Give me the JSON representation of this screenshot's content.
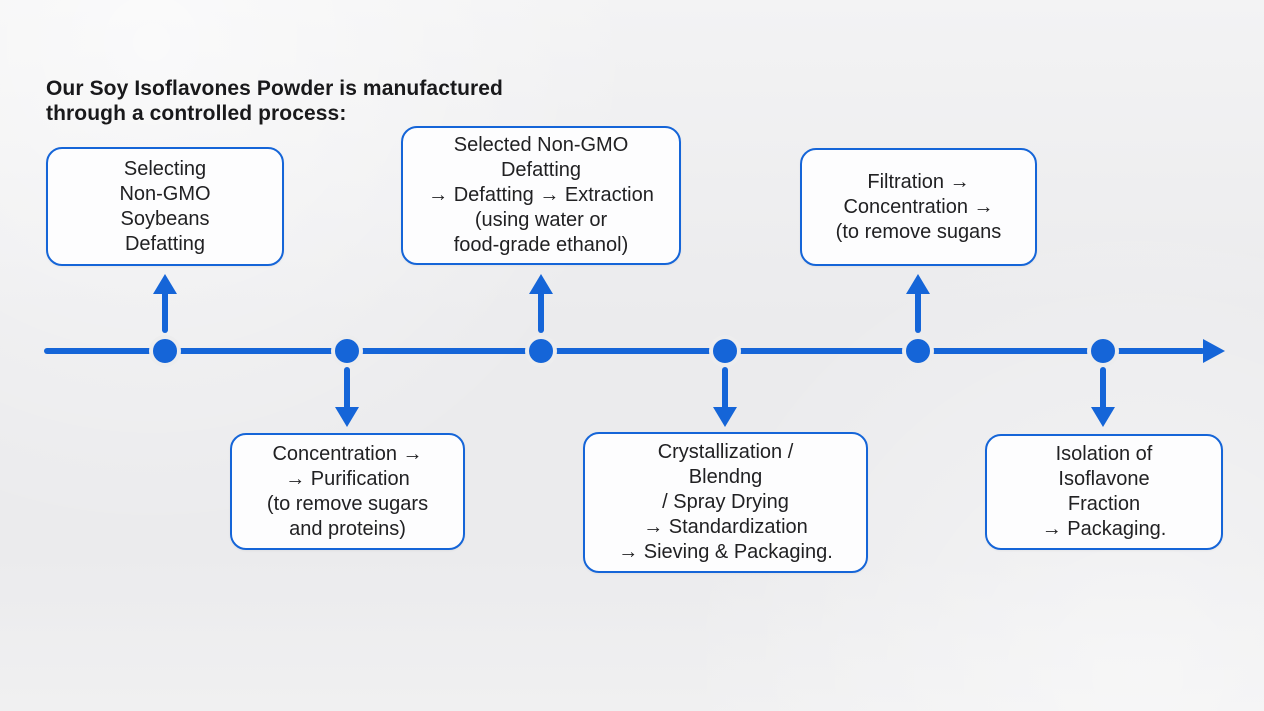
{
  "title": "Our Soy Isoflavones Powder is manufactured\nthrough a controlled process:",
  "colors": {
    "accent_blue": "#1565d8",
    "box_fill": "#fdfdfe",
    "text_dark": "#212123",
    "background": "#ededee"
  },
  "timeline": {
    "direction": "left-to-right",
    "node_count": 6,
    "steps": [
      {
        "node": 1,
        "position": "top",
        "text": "Selecting\nNon-GMO\nSoybeans\nDefatting"
      },
      {
        "node": 2,
        "position": "bottom",
        "text": "Concentration →\n→ Purification\n(to remove sugars\nand proteins)"
      },
      {
        "node": 3,
        "position": "top",
        "text": "Selected Non-GMO\nDefatting\n→ Defatting → Extraction\n(using water or\nfood-grade ethanol)"
      },
      {
        "node": 4,
        "position": "bottom",
        "text": "Crystallization /\nBlendng\n/ Spray Drying\n→ Standardization\n→ Sieving & Packaging."
      },
      {
        "node": 5,
        "position": "top",
        "text": "Filtration →\nConcentration →\n(to remove sugans"
      },
      {
        "node": 6,
        "position": "bottom",
        "text": "Isolation of\nIsoflavone\nFraction\n→ Packaging."
      }
    ]
  }
}
